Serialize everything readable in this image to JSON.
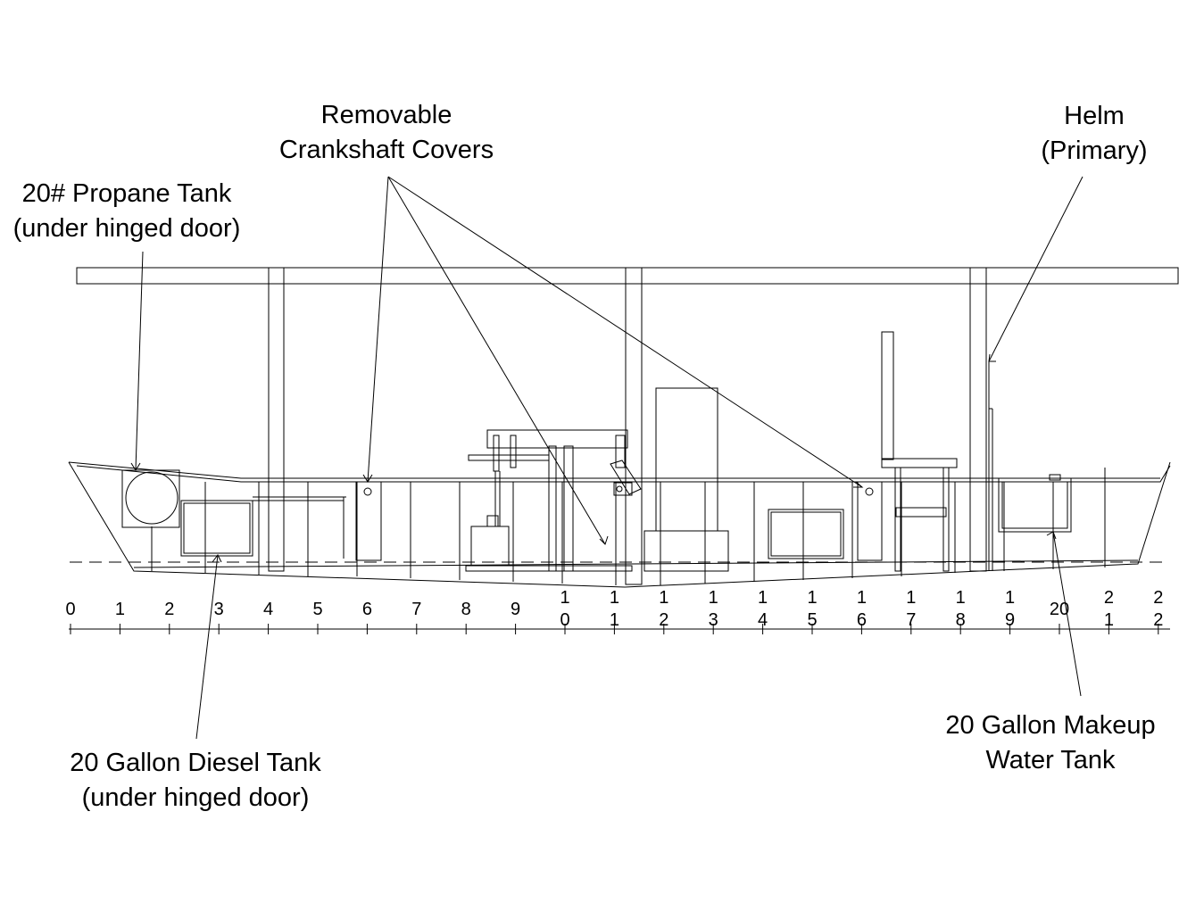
{
  "labels": {
    "crankshaft": [
      "Removable",
      "Crankshaft Covers"
    ],
    "helm": [
      "Helm",
      "(Primary)"
    ],
    "propane": [
      "20# Propane Tank",
      "(under hinged door)"
    ],
    "diesel": [
      "20 Gallon Diesel Tank",
      "(under hinged door)"
    ],
    "water": [
      "20 Gallon Makeup",
      "Water Tank"
    ]
  },
  "scale": {
    "ticks": [
      [
        "0"
      ],
      [
        "1"
      ],
      [
        "2"
      ],
      [
        "3"
      ],
      [
        "4"
      ],
      [
        "5"
      ],
      [
        "6"
      ],
      [
        "7"
      ],
      [
        "8"
      ],
      [
        "9"
      ],
      [
        "1",
        "0"
      ],
      [
        "1",
        "1"
      ],
      [
        "1",
        "2"
      ],
      [
        "1",
        "3"
      ],
      [
        "1",
        "4"
      ],
      [
        "1",
        "5"
      ],
      [
        "1",
        "6"
      ],
      [
        "1",
        "7"
      ],
      [
        "1",
        "8"
      ],
      [
        "1",
        "9"
      ],
      [
        "20"
      ],
      [
        "2",
        "1"
      ],
      [
        "2",
        "2"
      ]
    ]
  }
}
